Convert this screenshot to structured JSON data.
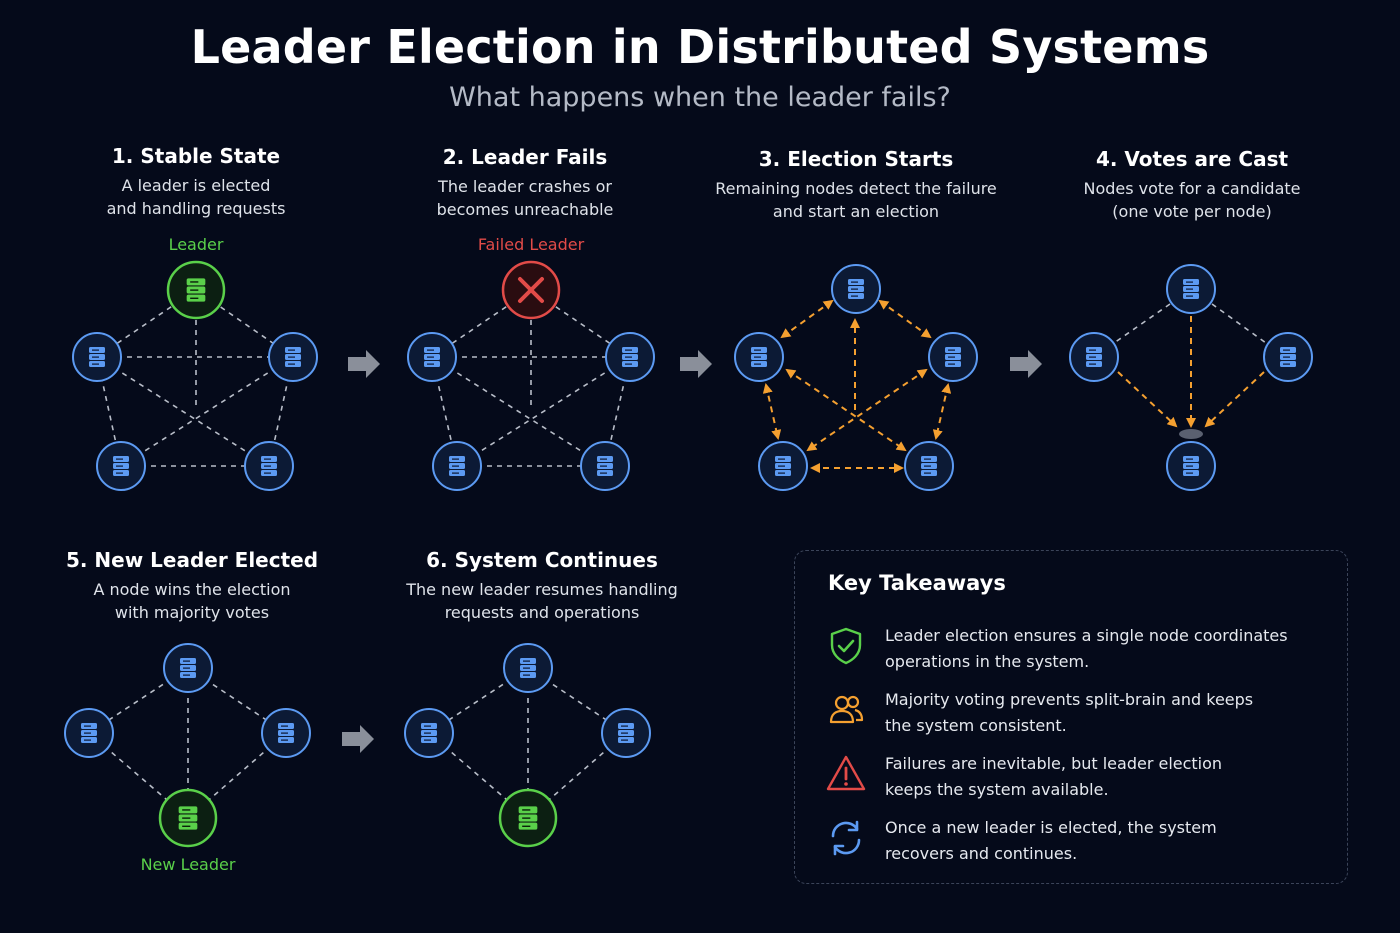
{
  "title": "Leader Election in Distributed Systems",
  "subtitle": "What happens when the leader fails?",
  "steps": [
    {
      "title": "1. Stable State",
      "desc_line1": "A leader is elected",
      "desc_line2": "and handling requests",
      "badge": "Leader"
    },
    {
      "title": "2. Leader Fails",
      "desc_line1": "The leader crashes or",
      "desc_line2": "becomes unreachable",
      "badge": "Failed Leader"
    },
    {
      "title": "3. Election Starts",
      "desc_line1": "Remaining nodes detect the failure",
      "desc_line2": "and start an election"
    },
    {
      "title": "4. Votes are Cast",
      "desc_line1": "Nodes vote for a candidate",
      "desc_line2": "(one vote per node)"
    },
    {
      "title": "5. New Leader Elected",
      "desc_line1": "A node wins the election",
      "desc_line2": "with majority votes",
      "badge": "New Leader"
    },
    {
      "title": "6. System Continues",
      "desc_line1": "The new leader resumes handling",
      "desc_line2": "requests and operations"
    }
  ],
  "takeaways": {
    "title": "Key Takeaways",
    "items": [
      {
        "icon": "shield-check-icon",
        "line1": "Leader election ensures a single node coordinates",
        "line2": "operations in the system."
      },
      {
        "icon": "users-icon",
        "line1": "Majority voting prevents split-brain and keeps",
        "line2": "the system consistent."
      },
      {
        "icon": "warning-icon",
        "line1": "Failures are inevitable, but leader election",
        "line2": "keeps the system available."
      },
      {
        "icon": "refresh-icon",
        "line1": "Once a new leader is elected, the system",
        "line2": "recovers and continues."
      }
    ]
  },
  "colors": {
    "background": "#050a1a",
    "node_blue": "#5c9af2",
    "leader_green": "#5ad04a",
    "failed_red": "#e24b48",
    "vote_orange": "#f5a030",
    "link_dashed": "#b8bdc8"
  }
}
